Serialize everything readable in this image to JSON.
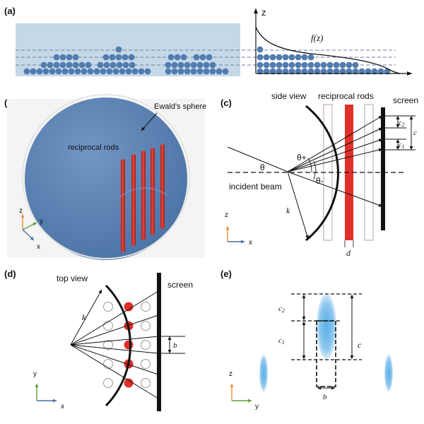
{
  "panels": {
    "a": {
      "tag": "(a)",
      "z_label": "z",
      "f_label": "f(z)",
      "atom_color": "#4f7bb0",
      "slab_color": "#c5d8e8"
    },
    "b": {
      "tag": "(b)",
      "ewald_label": "Ewald's sphere",
      "rods_label": "reciprocal rods",
      "axis_z": "z",
      "axis_y": "y",
      "axis_x": "x",
      "sphere_color": "#5b83b4",
      "rod_color": "#d9342a"
    },
    "c": {
      "tag": "(c)",
      "side_view": "side view",
      "rods_label": "reciprocal rods",
      "screen": "screen",
      "theta_plus": "θ+",
      "theta": "θ",
      "theta_minus": "θ-",
      "incident_beam": "incident beam",
      "k": "k",
      "d": "d",
      "c2": "c2",
      "c": "c",
      "c1": "c1",
      "axis_z": "z",
      "axis_x": "x"
    },
    "d": {
      "tag": "(d)",
      "top_view": "top view",
      "screen": "screen",
      "k": "k",
      "b": "b",
      "axis_y": "y",
      "axis_x": "x"
    },
    "e": {
      "tag": "(e)",
      "c2": "c2",
      "c1": "c1",
      "c": "c",
      "b": "b",
      "axis_z": "z",
      "axis_y": "y",
      "spot_color": "#4fa3dc"
    }
  }
}
